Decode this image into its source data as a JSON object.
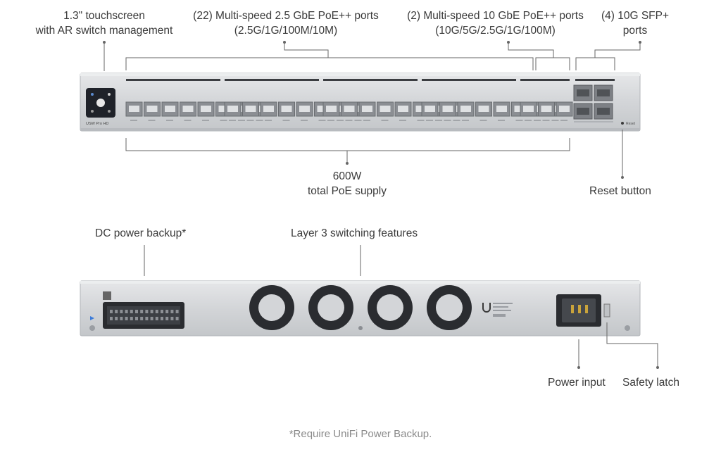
{
  "front_labels": {
    "touchscreen": [
      "1.3\" touchscreen",
      "with AR switch management"
    ],
    "ports_25g": [
      "(22) Multi-speed 2.5 GbE PoE++ ports",
      "(2.5G/1G/100M/10M)"
    ],
    "ports_10g": [
      "(2) Multi-speed 10 GbE PoE++ ports",
      "(10G/5G/2.5G/1G/100M)"
    ],
    "sfp": [
      "(4) 10G SFP+",
      "ports"
    ],
    "poe_supply": [
      "600W",
      "total PoE supply"
    ],
    "reset": "Reset button"
  },
  "device_front": {
    "model_text": "USW Pro HD",
    "reset_text": "Reset"
  },
  "rear_labels": {
    "dc_backup": "DC power backup*",
    "layer3": "Layer 3 switching features",
    "power_input": "Power input",
    "safety_latch": "Safety latch"
  },
  "footnote": "*Require UniFi Power Backup.",
  "colors": {
    "chassis": "#d4d6d9",
    "chassis_dark": "#a9acb0",
    "screen": "#1f2229",
    "fan": "#2a2c30",
    "callout_line": "#666666",
    "label_text": "#3a3a3a",
    "footnote_text": "#8a8a8a"
  }
}
